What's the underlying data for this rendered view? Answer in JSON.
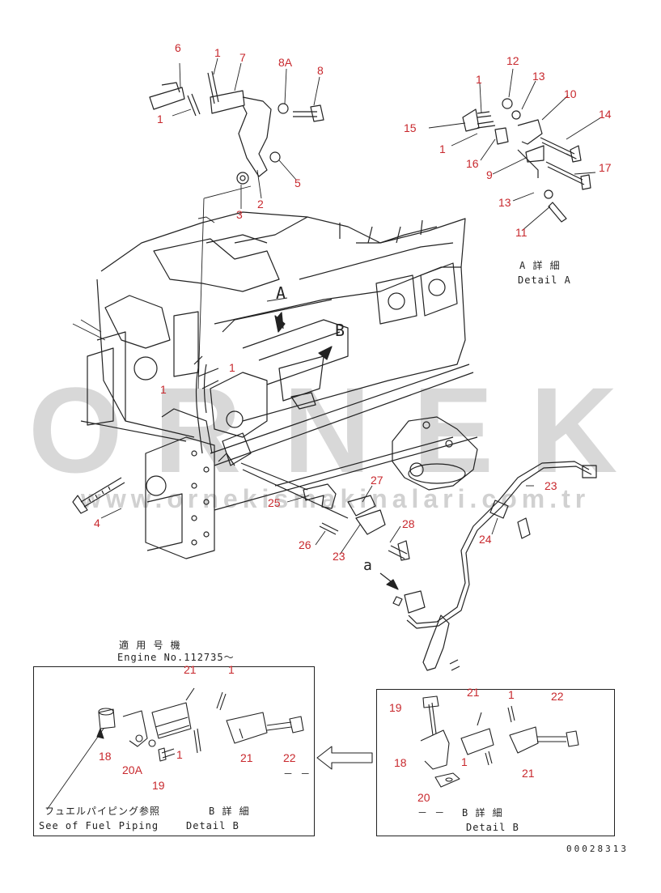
{
  "watermark": {
    "letters": [
      "O",
      "R",
      "N",
      "E",
      "K"
    ],
    "url": "www.ornekismakinalari.com.tr"
  },
  "callouts": {
    "c6": "6",
    "c1a": "1",
    "c7": "7",
    "c8A": "8A",
    "c8": "8",
    "c1b": "1",
    "c3": "3",
    "c2": "2",
    "c5": "5",
    "c12": "12",
    "c13a": "13",
    "c1c": "1",
    "c10": "10",
    "c14": "14",
    "c15": "15",
    "c1d": "1",
    "c16": "16",
    "c9": "9",
    "c17": "17",
    "c13b": "13",
    "c11": "11",
    "c1e": "1",
    "c1f": "1",
    "c4": "4",
    "c25": "25",
    "c27": "27",
    "c26": "26",
    "c23a": "23",
    "c28": "28",
    "c23b": "23",
    "c24": "24",
    "b21a": "21",
    "b1a": "1",
    "b18a": "18",
    "b20A": "20A",
    "b19a": "19",
    "b1b": "1",
    "b21b": "21",
    "b22a": "22",
    "b21c": "21",
    "b1c": "1",
    "b22b": "22",
    "b19b": "19",
    "b18b": "18",
    "b1d": "1",
    "b21d": "21",
    "b20": "20"
  },
  "labels": {
    "detailA_jp": "A 詳 細",
    "detailA_en": "Detail A",
    "arrowA": "A",
    "arrowB": "B",
    "arrow_a": "a",
    "applicable_jp": "適 用 号 機",
    "engine_no": "Engine No.112735～",
    "fuel_piping_jp": "フュエルパイピング参照",
    "fuel_piping_en": "See of Fuel Piping",
    "detailB_jp_left": "B 詳 細",
    "detailB_en_left": "Detail B",
    "detailB_jp_right": "B 詳 細",
    "detailB_en_right": "Detail B",
    "dash_left": "－ －",
    "dash_right": "－ －",
    "drawing_no": "00028313"
  },
  "colors": {
    "callout": "#c8282d",
    "line": "#222222",
    "watermark": "#d4d4d4",
    "accent": "#f2c14e"
  }
}
